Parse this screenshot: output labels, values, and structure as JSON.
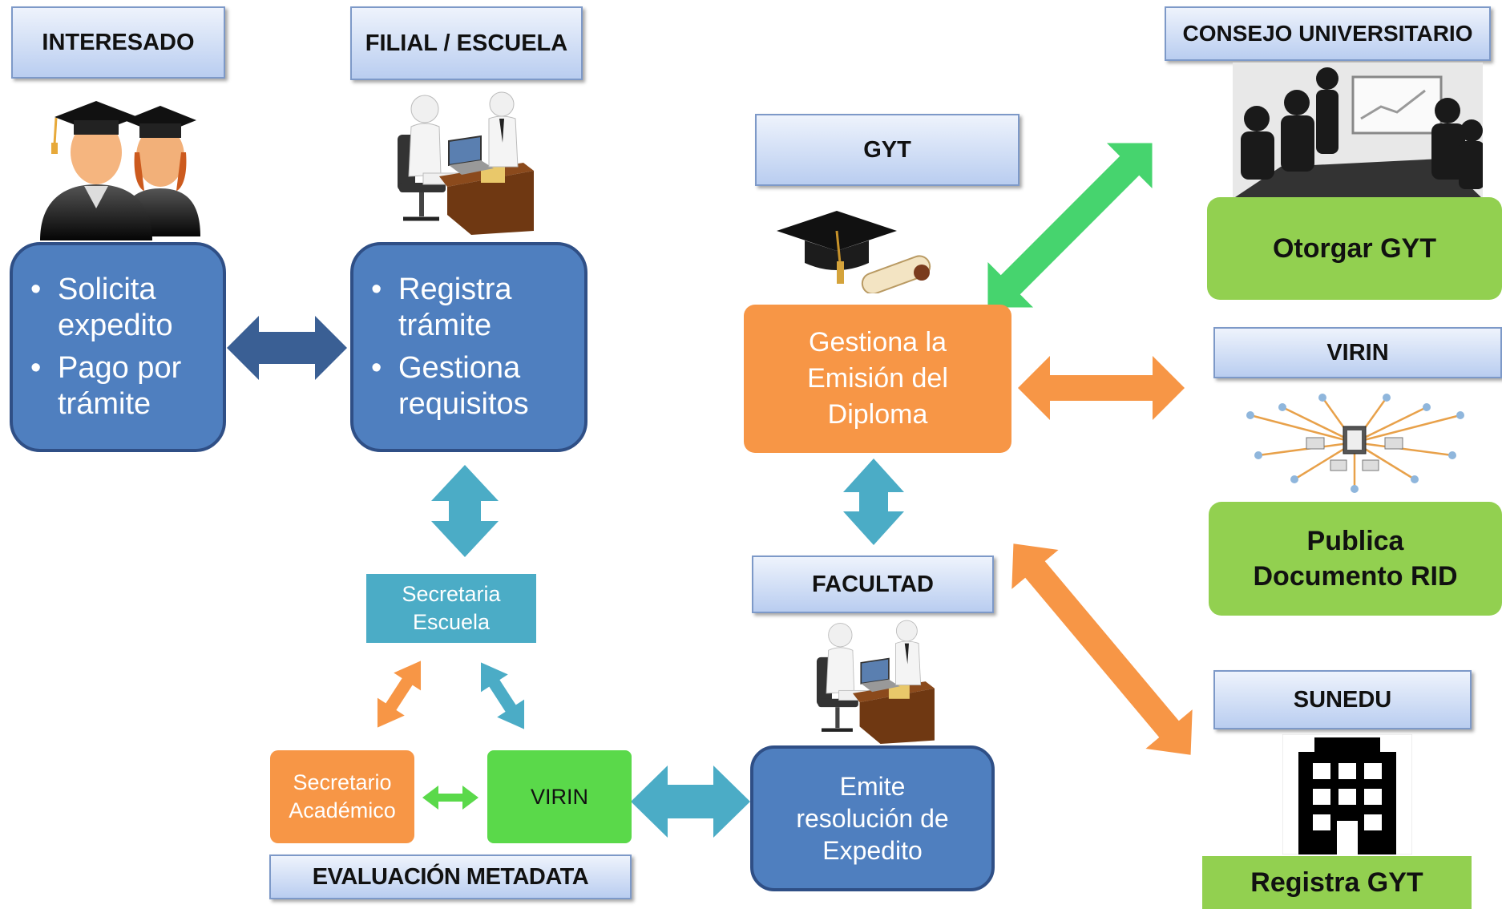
{
  "headers": {
    "interesado": "INTERESADO",
    "filial": "FILIAL / ESCUELA",
    "gyt": "GYT",
    "consejo": "CONSEJO UNIVERSITARIO",
    "virin": "VIRIN",
    "facultad": "FACULTAD",
    "sunedu": "SUNEDU",
    "evaluacion": "EVALUACIÓN METADATA"
  },
  "interesado_box": {
    "item1": "Solicita expedito",
    "item2": "Pago por trámite"
  },
  "filial_box": {
    "item1": "Registra trámite",
    "item2": "Gestiona requisitos"
  },
  "gyt_box": {
    "line1": "Gestiona la",
    "line2": "Emisión del",
    "line3": "Diploma"
  },
  "consejo_box": "Otorgar GYT",
  "virin_box": {
    "line1": "Publica",
    "line2": "Documento RID"
  },
  "sunedu_box": "Registra GYT",
  "facultad_box": {
    "line1": "Emite",
    "line2": "resolución de",
    "line3": "Expedito"
  },
  "secretaria": {
    "line1": "Secretaria",
    "line2": "Escuela"
  },
  "secretario": {
    "line1": "Secretario",
    "line2": "Académico"
  },
  "virin_small": "VIRIN",
  "colors": {
    "header_fill": "#c6d7f2",
    "blue_box": "#4f7fbf",
    "blue_border": "#2f4f86",
    "orange": "#f79646",
    "green": "#92d050",
    "bright_green": "#5ad94a",
    "teal": "#4bacc6",
    "green_arrow": "#46d46e",
    "dark_arrow": "#3a5f94"
  }
}
